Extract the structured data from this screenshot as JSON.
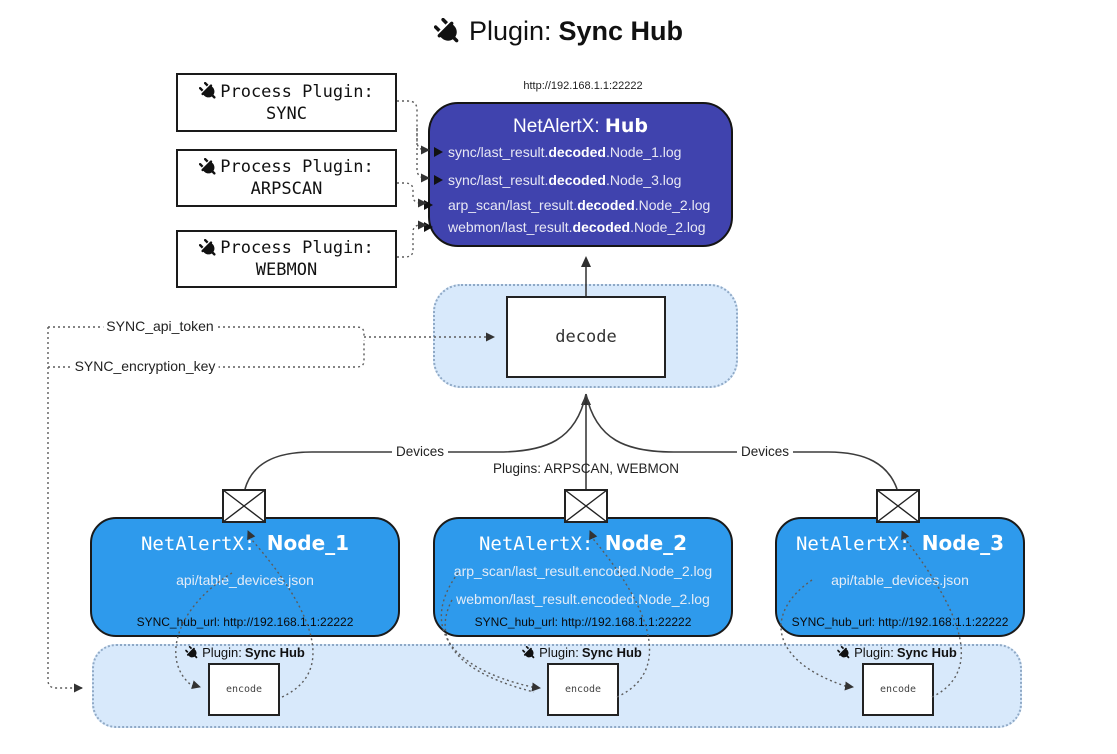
{
  "title": {
    "prefix": "Plugin: ",
    "bold": "Sync Hub"
  },
  "hub": {
    "url": "http://192.168.1.1:22222",
    "title_prefix": "NetAlertX: ",
    "title_bold": "Hub",
    "lines": [
      {
        "prefix": "sync/last_result.",
        "bold": "decoded",
        "suffix": ".Node_1.log"
      },
      {
        "prefix": "sync/last_result.",
        "bold": "decoded",
        "suffix": ".Node_3.log"
      },
      {
        "prefix": "arp_scan/last_result.",
        "bold": "decoded",
        "suffix": ".Node_2.log"
      },
      {
        "prefix": "webmon/last_result.",
        "bold": "decoded",
        "suffix": ".Node_2.log"
      }
    ]
  },
  "process_plugins": [
    {
      "line1": "Process Plugin:",
      "name": "SYNC"
    },
    {
      "line1": "Process Plugin:",
      "name": "ARPSCAN"
    },
    {
      "line1": "Process Plugin:",
      "name": "WEBMON"
    }
  ],
  "decode": {
    "label": "decode"
  },
  "keys": {
    "api_token": "SYNC_api_token",
    "encryption_key": "SYNC_encryption_key"
  },
  "edges": {
    "devices_left": "Devices",
    "devices_right": "Devices",
    "plugins_label": "Plugins: ARPSCAN, WEBMON"
  },
  "nodes": [
    {
      "title_prefix": "NetAlertX: ",
      "title_bold": "Node_1",
      "lines": [
        "api/table_devices.json"
      ],
      "hub_url": "SYNC_hub_url: http://192.168.1.1:22222"
    },
    {
      "title_prefix": "NetAlertX: ",
      "title_bold": "Node_2",
      "lines": [
        "arp_scan/last_result.encoded.Node_2.log",
        "webmon/last_result.encoded.Node_2.log"
      ],
      "hub_url": "SYNC_hub_url: http://192.168.1.1:22222"
    },
    {
      "title_prefix": "NetAlertX: ",
      "title_bold": "Node_3",
      "lines": [
        "api/table_devices.json"
      ],
      "hub_url": "SYNC_hub_url: http://192.168.1.1:22222"
    }
  ],
  "encoders": [
    {
      "plugin_prefix": "Plugin: ",
      "plugin_bold": "Sync Hub",
      "label": "encode"
    },
    {
      "plugin_prefix": "Plugin: ",
      "plugin_bold": "Sync Hub",
      "label": "encode"
    },
    {
      "plugin_prefix": "Plugin: ",
      "plugin_bold": "Sync Hub",
      "label": "encode"
    }
  ],
  "colors": {
    "hub": "#4043ae",
    "node": "#2e9aec",
    "panel": "#d8e9fb",
    "panel_border": "#8fa9c6"
  }
}
